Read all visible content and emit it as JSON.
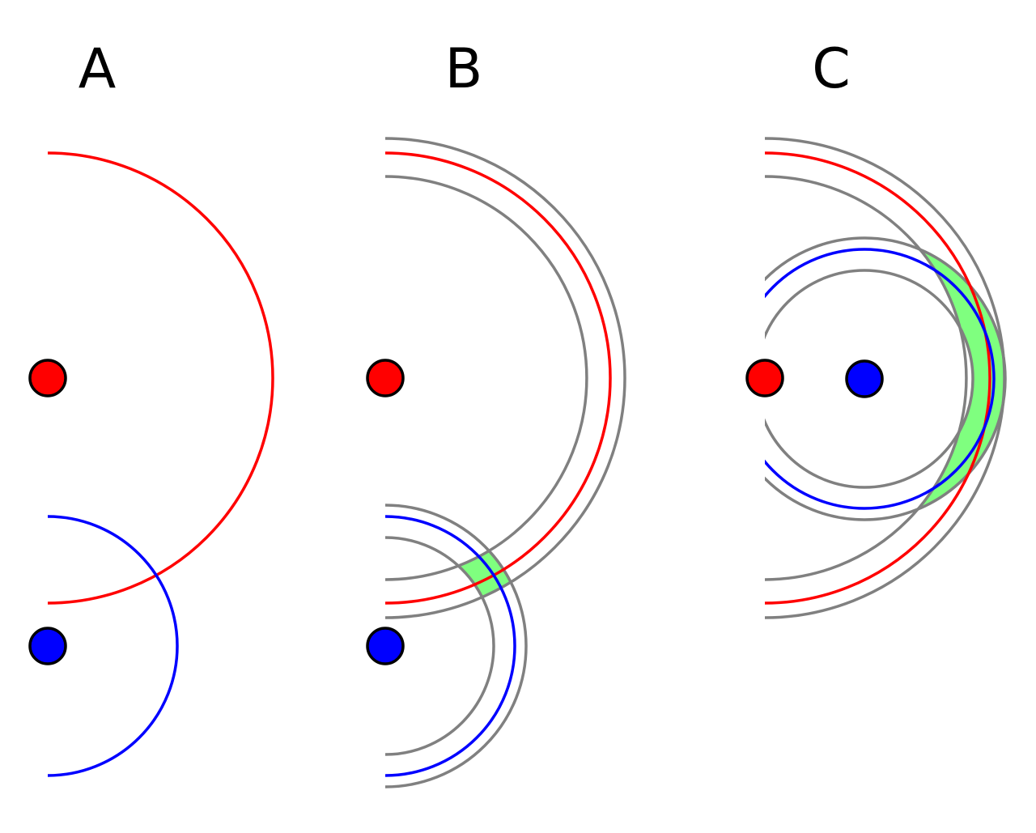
{
  "panels": [
    {
      "label": "A",
      "shows_uncertainty": false,
      "shows_overlap": false
    },
    {
      "label": "B",
      "shows_uncertainty": true,
      "shows_overlap": true
    },
    {
      "label": "C",
      "shows_uncertainty": true,
      "shows_overlap": true
    }
  ],
  "colors": {
    "red_source": "#ff0000",
    "blue_source": "#0000ff",
    "uncertainty_ring": "#808080",
    "overlap_region": "#00ff00",
    "dot_outline": "#000000"
  }
}
